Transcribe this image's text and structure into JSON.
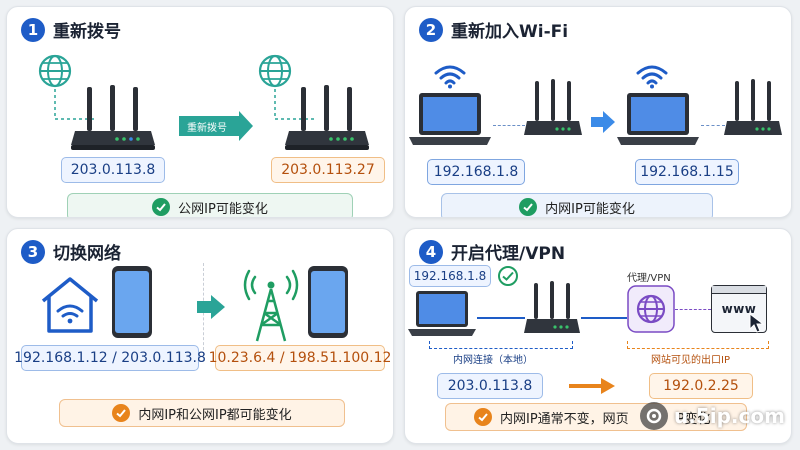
{
  "panels": {
    "p1": {
      "number": "1",
      "title": "重新拨号",
      "arrow_label": "重新拨号",
      "ip_before": "203.0.113.8",
      "ip_after": "203.0.113.27",
      "result": "公网IP可能变化"
    },
    "p2": {
      "number": "2",
      "title": "重新加入Wi-Fi",
      "ip_before": "192.168.1.8",
      "ip_after": "192.168.1.15",
      "result": "内网IP可能变化"
    },
    "p3": {
      "number": "3",
      "title": "切换网络",
      "ip_before": "192.168.1.12 / 203.0.113.8",
      "ip_after": "10.23.6.4 / 198.51.100.12",
      "result": "内网IP和公网IP都可能变化"
    },
    "p4": {
      "number": "4",
      "title": "开启代理/VPN",
      "local_ip": "192.168.1.8",
      "proxy_label": "代理/VPN",
      "www_text": "www",
      "local_conn_label": "内网连接（本地）",
      "exit_ip_label": "网站可见的出口IP",
      "ip_before": "203.0.113.8",
      "ip_after": "192.0.2.25",
      "result_left": "内网IP通常不变，网页",
      "result_right": "P变化"
    }
  },
  "watermark": {
    "text": "u.5ip.com"
  },
  "colors": {
    "accent_blue": "#1e5cc7",
    "green": "#1f9d62",
    "orange": "#e8841c",
    "teal": "#2aa497",
    "purple": "#7a4bc4"
  }
}
